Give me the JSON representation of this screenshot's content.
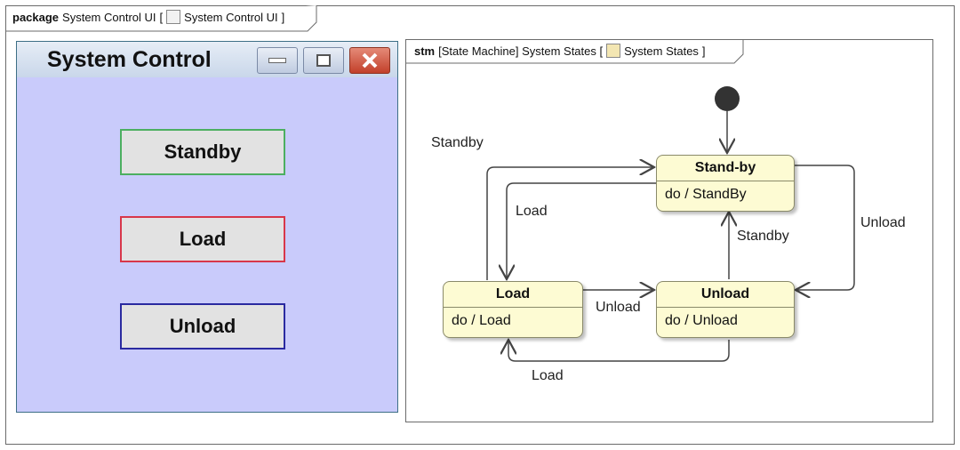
{
  "package": {
    "keyword": "package",
    "name": "System Control UI",
    "bracket_open": "[",
    "ref": "System Control UI",
    "bracket_close": "]"
  },
  "window": {
    "title": "System Control",
    "buttons": [
      {
        "label": "Standby",
        "border": "#4caf60"
      },
      {
        "label": "Load",
        "border": "#d8374a"
      },
      {
        "label": "Unload",
        "border": "#2a2aa0"
      }
    ]
  },
  "stm": {
    "keyword": "stm",
    "name": "[State Machine] System States [",
    "ref": "System States",
    "bracket_close": "]"
  },
  "states": {
    "standby": {
      "name": "Stand-by",
      "activity": "do / StandBy"
    },
    "load": {
      "name": "Load",
      "activity": "do / Load"
    },
    "unload": {
      "name": "Unload",
      "activity": "do / Unload"
    }
  },
  "transitions": {
    "load_to_standby": "Standby",
    "standby_to_load": "Load",
    "standby_to_unload": "Unload",
    "unload_to_standby": "Standby",
    "load_to_unload": "Unload",
    "unload_to_load": "Load"
  },
  "colors": {
    "state_fill": "#fdfbd3",
    "window_bg": "#c9cbfb",
    "close_button": "#c2402a"
  }
}
